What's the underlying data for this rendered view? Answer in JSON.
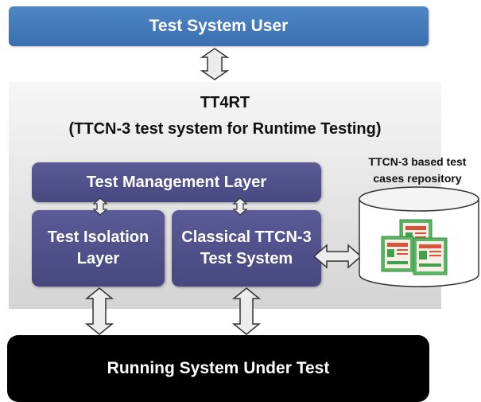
{
  "user": {
    "label": "Test System User"
  },
  "tt4rt": {
    "title": "TT4RT",
    "subtitle": "(TTCN-3 test system for Runtime Testing)"
  },
  "layers": {
    "management": "Test Management Layer",
    "isolation": [
      "Test Isolation",
      "Layer"
    ],
    "classical": [
      "Classical TTCN-3",
      "Test System"
    ]
  },
  "repository": {
    "label": [
      "TTCN-3 based test",
      "cases repository"
    ]
  },
  "sut": {
    "label": "Running System Under Test"
  },
  "colors": {
    "user": "#4a7ebd",
    "layer": "#4f508a",
    "container": "#dcdcdc",
    "sut": "#000000",
    "card_green": "#3fa34d",
    "card_red": "#d9533b"
  }
}
